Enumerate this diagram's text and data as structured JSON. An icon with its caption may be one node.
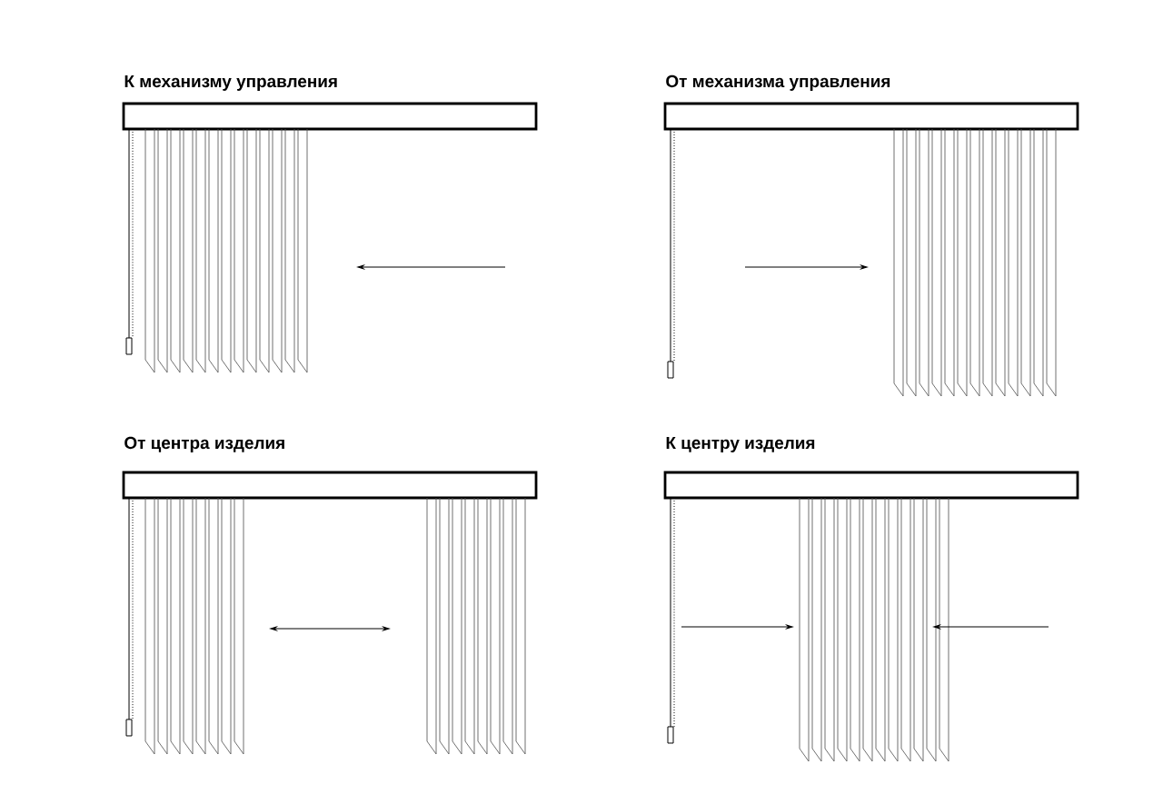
{
  "diagram": {
    "labels": [
      "К механизму управления",
      "От механизма управления",
      "От центра изделия",
      "К центру изделия"
    ]
  }
}
